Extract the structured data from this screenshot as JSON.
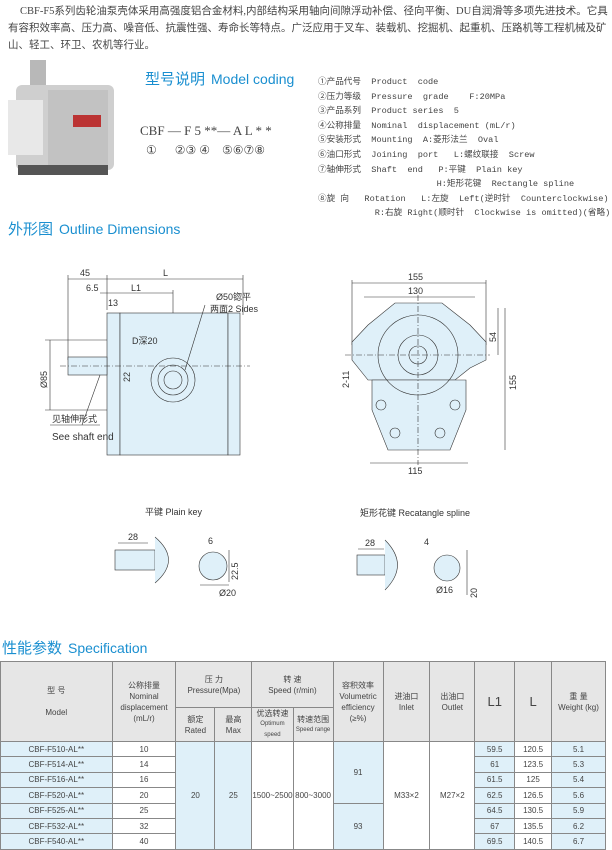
{
  "intro": "CBF-F5系列齿轮油泵壳体采用高强度铝合金材料,内部结构采用轴向间隙浮动补偿、径向平衡、DU自润滑等多项先进技术。它具有容积效率高、压力高、噪音低、抗震性强、寿命长等特点。广泛应用于叉车、装载机、挖掘机、起重机、压路机等工程机械及矿山、轻工、环卫、农机等行业。",
  "model_coding": {
    "title_cn": "型号说明",
    "title_en": "Model coding",
    "code_top": "CBF — F 5 **— A L * *",
    "code_bottom": "①      ②③ ④    ⑤⑥⑦⑧",
    "items": [
      "①产品代号  Product  code",
      "②压力等级  Pressure  grade    F:20MPa",
      "③产品系列  Product series  5",
      "④公称排量  Nominal  displacement (mL/r)",
      "⑤安装形式  Mounting  A:菱形法兰  Oval",
      "⑥油口形式  Joining  port   L:螺纹联接  Screw",
      "⑦轴伸形式  Shaft  end   P:平键  Plain key",
      "                       H:矩形花键  Rectangle spline",
      "⑧旋 向   Rotation   L:左旋  Left(逆时针  Counterclockwise)",
      "           R:右旋 Right(顺时针  Clockwise is omitted)(省略)"
    ]
  },
  "outline": {
    "title_cn": "外形图",
    "title_en": "Outline Dimensions",
    "side": {
      "d45": "45",
      "dL": "L",
      "d65": "6.5",
      "dL1": "L1",
      "d13": "13",
      "phi50": "Ø50锪平",
      "sides": "两面2 Sides",
      "depth": "D深20",
      "d22": "22",
      "phi85": "Ø85",
      "shaft_cn": "见轴伸形式",
      "shaft_en": "See shaft end"
    },
    "front": {
      "w155": "155",
      "w130": "130",
      "h54": "54",
      "h155": "155",
      "holes": "2-11",
      "w115": "115"
    },
    "plain_key": {
      "title": "平键  Plain key",
      "l28": "28",
      "w6": "6",
      "h225": "22.5",
      "phi20": "Ø20"
    },
    "spline": {
      "title": "矩形花键   Recatangle spline",
      "l28": "28",
      "w4": "4",
      "phi16": "Ø16",
      "d20": "20"
    }
  },
  "spec": {
    "title_cn": "性能参数",
    "title_en": "Specification",
    "headers": {
      "model": "型  号",
      "model_en": "Model",
      "disp": "公称排量",
      "disp_en": "Nominal displacement (mL/r)",
      "pressure": "压 力",
      "pressure_en": "Pressure(Mpa)",
      "rated": "额定",
      "rated_en": "Rated",
      "max": "最高",
      "max_en": "Max",
      "speed": "转 速",
      "speed_en": "Speed (r/min)",
      "opt": "优选转速",
      "opt_en": "Optimum speed",
      "range": "转速范围",
      "range_en": "Speed range",
      "eff": "容积效率",
      "eff_en": "Volumetric efficiency (≥%)",
      "inlet": "进油口",
      "inlet_en": "Inlet",
      "outlet": "出油口",
      "outlet_en": "Outlet",
      "l1": "L1",
      "l": "L",
      "weight": "重 量",
      "weight_en": "Weight (kg)"
    },
    "shared": {
      "rated": "20",
      "max": "25",
      "opt": "1500~2500",
      "range": "800~3000",
      "eff_a": "91",
      "eff_b": "93",
      "inlet": "M33×2",
      "outlet": "M27×2"
    },
    "rows": [
      {
        "model": "CBF-F510-AL**",
        "disp": "10",
        "l1": "59.5",
        "l": "120.5",
        "w": "5.1"
      },
      {
        "model": "CBF-F514-AL**",
        "disp": "14",
        "l1": "61",
        "l": "123.5",
        "w": "5.3"
      },
      {
        "model": "CBF-F516-AL**",
        "disp": "16",
        "l1": "61.5",
        "l": "125",
        "w": "5.4"
      },
      {
        "model": "CBF-F520-AL**",
        "disp": "20",
        "l1": "62.5",
        "l": "126.5",
        "w": "5.6"
      },
      {
        "model": "CBF-F525-AL**",
        "disp": "25",
        "l1": "64.5",
        "l": "130.5",
        "w": "5.9"
      },
      {
        "model": "CBF-F532-AL**",
        "disp": "32",
        "l1": "67",
        "l": "135.5",
        "w": "6.2"
      },
      {
        "model": "CBF-F540-AL**",
        "disp": "40",
        "l1": "69.5",
        "l": "140.5",
        "w": "6.7"
      }
    ]
  }
}
